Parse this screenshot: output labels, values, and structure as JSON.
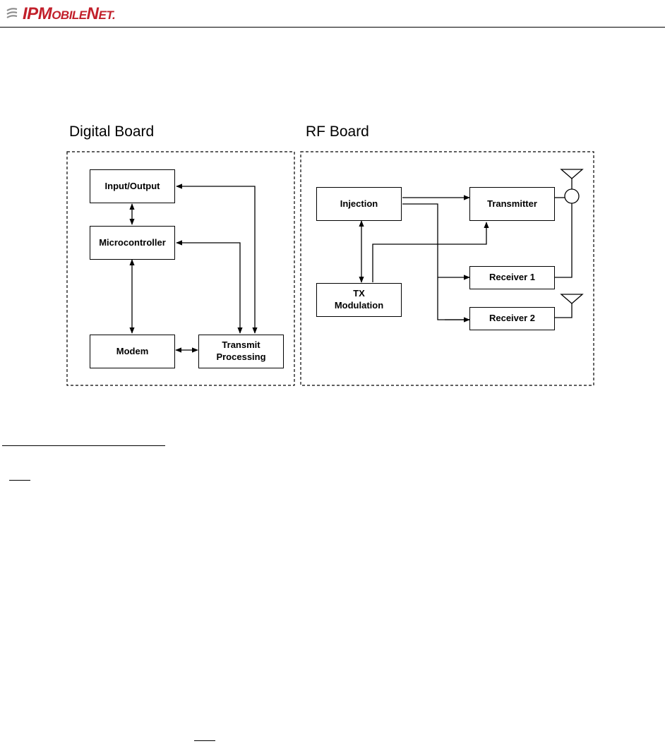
{
  "header": {
    "logo_text": "IPMOBILENET",
    "logo_ip": "IP",
    "logo_m": "M",
    "logo_obile": "OBILE",
    "logo_n": "N",
    "logo_et": "ET",
    "logo_tm": "."
  },
  "diagram": {
    "digital_board": {
      "title": "Digital Board",
      "blocks": {
        "io": "Input/Output",
        "micro": "Microcontroller",
        "modem": "Modem",
        "transmit_line1": "Transmit",
        "transmit_line2": "Processing"
      }
    },
    "rf_board": {
      "title": "RF Board",
      "blocks": {
        "injection": "Injection",
        "tx_line1": "TX",
        "tx_line2": "Modulation",
        "transmitter": "Transmitter",
        "receiver1": "Receiver 1",
        "receiver2": "Receiver 2"
      }
    }
  },
  "colors": {
    "brand": "#c2202b",
    "logo_mark": "#8c8c8c"
  }
}
